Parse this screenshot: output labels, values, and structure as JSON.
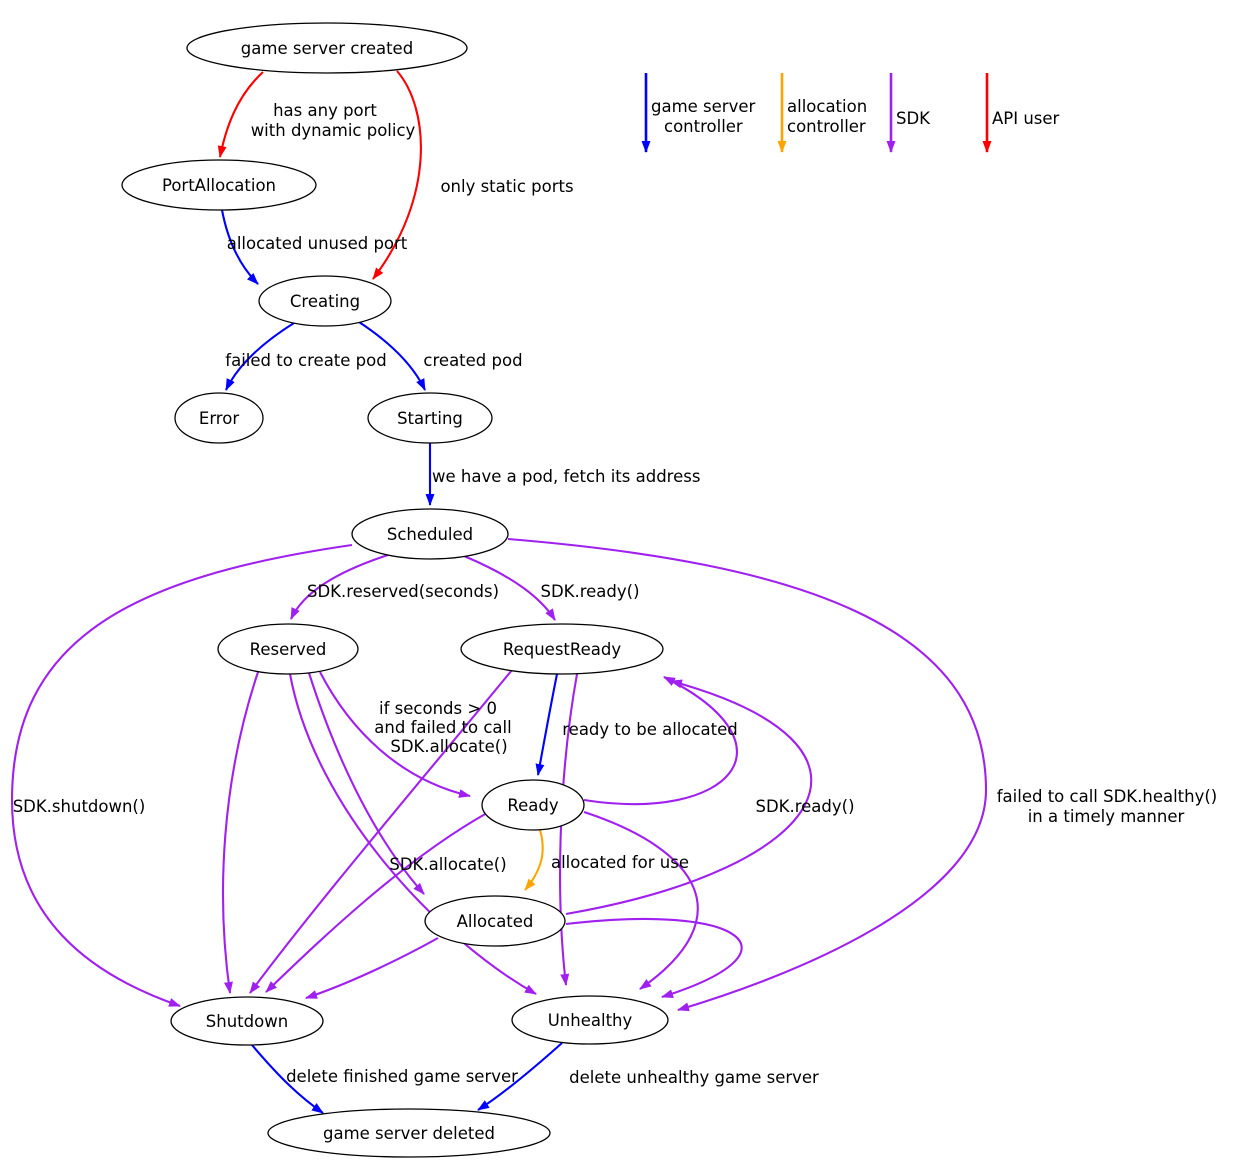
{
  "colors": {
    "background": "#ffffff",
    "node_fill": "#ffffff",
    "node_stroke": "#000000",
    "text": "#000000",
    "game_server_controller": "#0000ff",
    "allocation_controller": "#ffa500",
    "sdk": "#a020f0",
    "api_user": "#ff0000"
  },
  "legend": {
    "items": [
      {
        "label": "game server controller",
        "lines": [
          "game server",
          "controller"
        ],
        "color": "#0000ff"
      },
      {
        "label": "allocation controller",
        "lines": [
          "allocation",
          "controller"
        ],
        "color": "#ffa500"
      },
      {
        "label": "SDK",
        "lines": [
          "SDK"
        ],
        "color": "#a020f0"
      },
      {
        "label": "API user",
        "lines": [
          "API user"
        ],
        "color": "#ff0000"
      }
    ]
  },
  "nodes": [
    {
      "id": "created",
      "label": "game server created"
    },
    {
      "id": "portallocation",
      "label": "PortAllocation"
    },
    {
      "id": "creating",
      "label": "Creating"
    },
    {
      "id": "error",
      "label": "Error"
    },
    {
      "id": "starting",
      "label": "Starting"
    },
    {
      "id": "scheduled",
      "label": "Scheduled"
    },
    {
      "id": "reserved",
      "label": "Reserved"
    },
    {
      "id": "requestready",
      "label": "RequestReady"
    },
    {
      "id": "ready",
      "label": "Ready"
    },
    {
      "id": "allocated",
      "label": "Allocated"
    },
    {
      "id": "shutdown",
      "label": "Shutdown"
    },
    {
      "id": "unhealthy",
      "label": "Unhealthy"
    },
    {
      "id": "deleted",
      "label": "game server deleted"
    }
  ],
  "edges": [
    {
      "from": "game server created",
      "to": "PortAllocation",
      "actor": "API user",
      "color": "#ff0000",
      "label": "has any port\nwith dynamic policy",
      "label_lines": [
        "has any port",
        "with dynamic policy"
      ]
    },
    {
      "from": "game server created",
      "to": "Creating",
      "actor": "API user",
      "color": "#ff0000",
      "label": "only static ports",
      "label_lines": [
        "only static ports"
      ]
    },
    {
      "from": "PortAllocation",
      "to": "Creating",
      "actor": "game server controller",
      "color": "#0000ff",
      "label": "allocated unused port",
      "label_lines": [
        "allocated unused port"
      ]
    },
    {
      "from": "Creating",
      "to": "Error",
      "actor": "game server controller",
      "color": "#0000ff",
      "label": "failed to create pod",
      "label_lines": [
        "failed to create pod"
      ]
    },
    {
      "from": "Creating",
      "to": "Starting",
      "actor": "game server controller",
      "color": "#0000ff",
      "label": "created pod",
      "label_lines": [
        "created pod"
      ]
    },
    {
      "from": "Starting",
      "to": "Scheduled",
      "actor": "game server controller",
      "color": "#0000ff",
      "label": "we have a pod, fetch its address",
      "label_lines": [
        "we have a pod, fetch its address"
      ]
    },
    {
      "from": "Scheduled",
      "to": "Reserved",
      "actor": "SDK",
      "color": "#a020f0",
      "label": "SDK.reserved(seconds)",
      "label_lines": [
        "SDK.reserved(seconds)"
      ]
    },
    {
      "from": "Scheduled",
      "to": "RequestReady",
      "actor": "SDK",
      "color": "#a020f0",
      "label": "SDK.ready()",
      "label_lines": [
        "SDK.ready()"
      ]
    },
    {
      "from": "RequestReady",
      "to": "Ready",
      "actor": "game server controller",
      "color": "#0000ff",
      "label": "ready to be allocated",
      "label_lines": [
        "ready to be allocated"
      ]
    },
    {
      "from": "Reserved",
      "to": "Ready",
      "actor": "SDK",
      "color": "#a020f0",
      "label": "if seconds > 0\nand failed to call\nSDK.allocate()",
      "label_lines": [
        "if seconds > 0",
        "and failed to call",
        "SDK.allocate()"
      ]
    },
    {
      "from": "Reserved",
      "to": "Allocated",
      "actor": "SDK",
      "color": "#a020f0",
      "label": "SDK.allocate()",
      "label_lines": [
        "SDK.allocate()"
      ]
    },
    {
      "from": "Ready",
      "to": "Allocated",
      "actor": "allocation controller",
      "color": "#ffa500",
      "label": "allocated for use",
      "label_lines": [
        "allocated for use"
      ]
    },
    {
      "from": "Ready",
      "to": "RequestReady",
      "actor": "SDK",
      "color": "#a020f0",
      "label": "",
      "label_lines": []
    },
    {
      "from": "Allocated",
      "to": "RequestReady",
      "actor": "SDK",
      "color": "#a020f0",
      "label": "SDK.ready()",
      "label_lines": [
        "SDK.ready()"
      ]
    },
    {
      "from": "Scheduled",
      "to": "Shutdown",
      "actor": "SDK",
      "color": "#a020f0",
      "label": "SDK.shutdown()",
      "label_lines": [
        "SDK.shutdown()"
      ]
    },
    {
      "from": "Reserved",
      "to": "Shutdown",
      "actor": "SDK",
      "color": "#a020f0",
      "label": "",
      "label_lines": []
    },
    {
      "from": "RequestReady",
      "to": "Shutdown",
      "actor": "SDK",
      "color": "#a020f0",
      "label": "",
      "label_lines": []
    },
    {
      "from": "Ready",
      "to": "Shutdown",
      "actor": "SDK",
      "color": "#a020f0",
      "label": "",
      "label_lines": []
    },
    {
      "from": "Allocated",
      "to": "Shutdown",
      "actor": "SDK",
      "color": "#a020f0",
      "label": "",
      "label_lines": []
    },
    {
      "from": "Scheduled",
      "to": "Unhealthy",
      "actor": "SDK",
      "color": "#a020f0",
      "label": "failed to call SDK.healthy()\nin a timely manner",
      "label_lines": [
        "failed to call SDK.healthy()",
        "in a timely manner"
      ]
    },
    {
      "from": "Reserved",
      "to": "Unhealthy",
      "actor": "SDK",
      "color": "#a020f0",
      "label": "",
      "label_lines": []
    },
    {
      "from": "RequestReady",
      "to": "Unhealthy",
      "actor": "SDK",
      "color": "#a020f0",
      "label": "",
      "label_lines": []
    },
    {
      "from": "Ready",
      "to": "Unhealthy",
      "actor": "SDK",
      "color": "#a020f0",
      "label": "",
      "label_lines": []
    },
    {
      "from": "Allocated",
      "to": "Unhealthy",
      "actor": "SDK",
      "color": "#a020f0",
      "label": "",
      "label_lines": []
    },
    {
      "from": "Shutdown",
      "to": "game server deleted",
      "actor": "game server controller",
      "color": "#0000ff",
      "label": "delete finished game server",
      "label_lines": [
        "delete finished game server"
      ]
    },
    {
      "from": "Unhealthy",
      "to": "game server deleted",
      "actor": "game server controller",
      "color": "#0000ff",
      "label": "delete unhealthy game server",
      "label_lines": [
        "delete unhealthy game server"
      ]
    }
  ]
}
